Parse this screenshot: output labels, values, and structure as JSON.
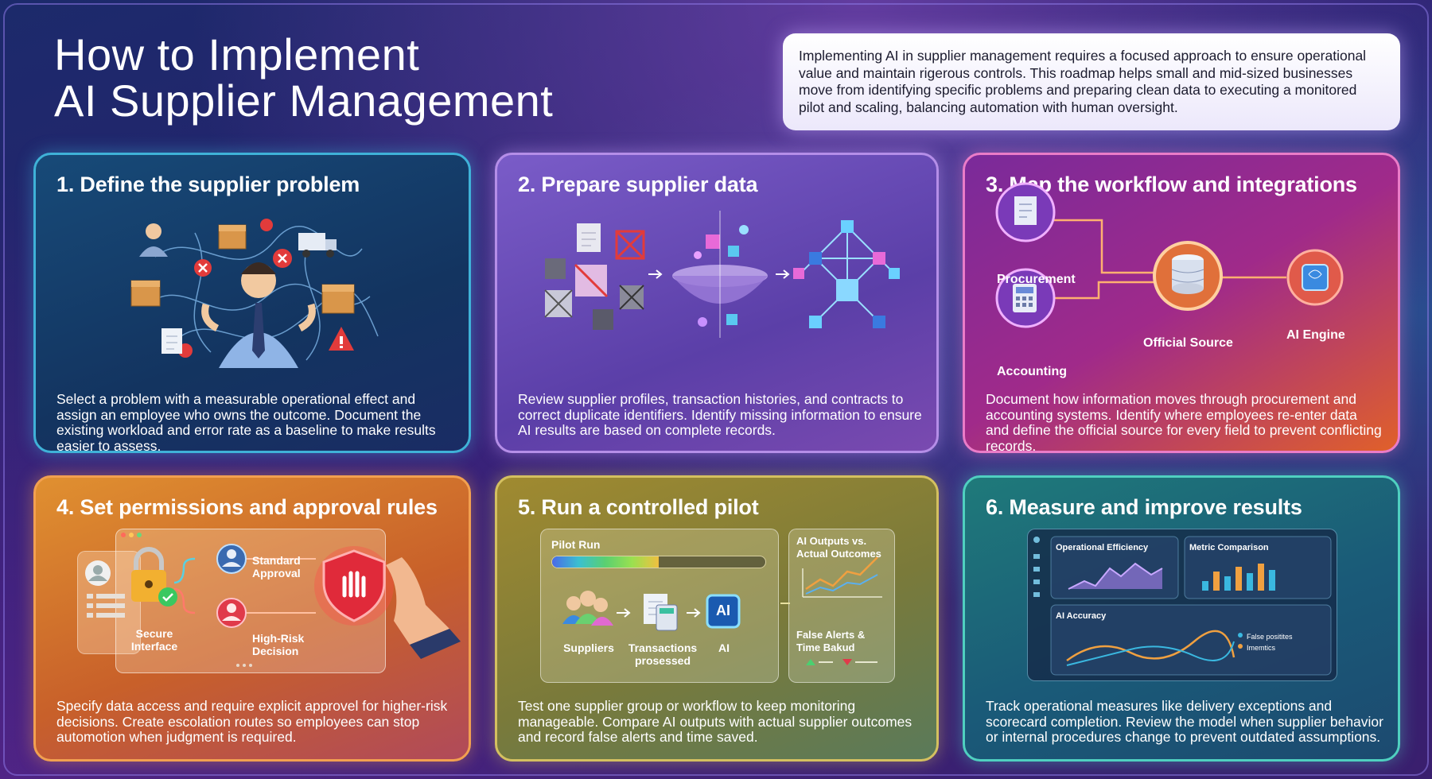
{
  "title": {
    "line1": "How to Implement",
    "line2": "AI Supplier Management"
  },
  "intro": "Implementing AI in supplier management requires a focused approach to ensure operational value and maintain rigerous controls. This roadmap helps small and mid-sized businesses move from identifying specific problems and preparing clean data to executing a monitored pilot and scaling, balancing automation with human oversight.",
  "cards": [
    {
      "title": "1. Define the supplier problem",
      "description": "Select a problem with a measurable operational effect and assign an employee who owns the outcome. Document the existing workload and error rate as a baseline to make results easier to assess."
    },
    {
      "title": "2. Prepare supplier data",
      "description": "Review supplier profiles, transaction histories, and contracts to correct duplicate identifiers. Identify missing information to ensure AI results are based on complete records."
    },
    {
      "title": "3. Map the workflow and integrations",
      "description": "Document how information moves through procurement and accounting systems. Identify where employees re-enter data and define the official source for every field to prevent conflicting records.",
      "nodes": {
        "procurement": "Procurement",
        "accounting": "Accounting",
        "official_source": "Official Source",
        "ai_engine": "AI Engine"
      }
    },
    {
      "title": "4. Set permissions and approval rules",
      "description": "Specify data access and require explicit approvel for higher-risk decisions. Create escolation routes so employees can stop automotion when judgment is required.",
      "labels": {
        "secure": "Secure\nInterface",
        "standard": "Standard\nApproval",
        "high_risk": "High-Risk\nDecision"
      }
    },
    {
      "title": "5. Run a controlled pilot",
      "description": "Test one supplier group or workflow to keep monitoring manageable. Compare AI outputs with actual supplier outcomes and record false alerts and time saved.",
      "labels": {
        "pilot_run": "Pilot Run",
        "suppliers": "Suppliers",
        "transactions": "Transactions\nprosessed",
        "ai": "AI",
        "ai_badge": "AI",
        "outputs": "AI Outputs vs.\nActual Outcomes",
        "false_alerts": "False Alerts &\nTime Bakud"
      },
      "progress": 0.5
    },
    {
      "title": "6. Measure and improve results",
      "description": "Track operational measures like delivery exceptions and scorecard completion. Review the model when supplier behavior or internal procedures change to prevent outdated assumptions.",
      "labels": {
        "efficiency": "Operational Efficiency",
        "comparison": "Metric Comparison",
        "accuracy": "AI Accuracy",
        "legend1": "False positites",
        "legend2": "Imemtics"
      }
    }
  ],
  "colors": {
    "c1": "#3fb2d8",
    "c2": "#b58ee8",
    "c3": "#ea7cc8",
    "c4": "#f2a050",
    "c5": "#d4c060",
    "c6": "#4fd0c0"
  }
}
